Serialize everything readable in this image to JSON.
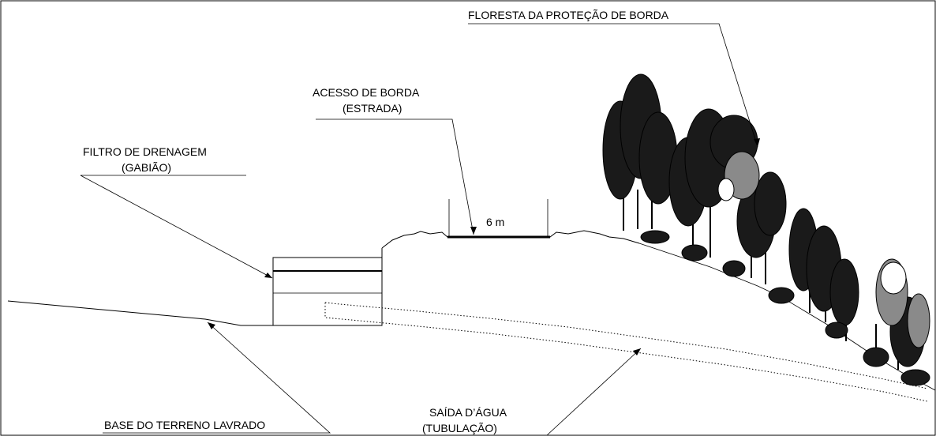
{
  "labels": {
    "forest": "FLORESTA DA PROTEÇÃO DE BORDA",
    "access_line1": "ACESSO DE BORDA",
    "access_line2": "(ESTRADA)",
    "filter_line1": "FILTRO DE DRENAGEM",
    "filter_line2": "(GABIÃO)",
    "width": "6 m",
    "base": "BASE DO TERRENO LAVRADO",
    "outlet_line1": "SAÍDA D’ÁGUA",
    "outlet_line2": "(TUBULAÇÃO)"
  },
  "colors": {
    "ink": "#000000",
    "paper": "#ffffff",
    "foliage_light": "#8a8a8a",
    "foliage_dark": "#1a1a1a"
  }
}
